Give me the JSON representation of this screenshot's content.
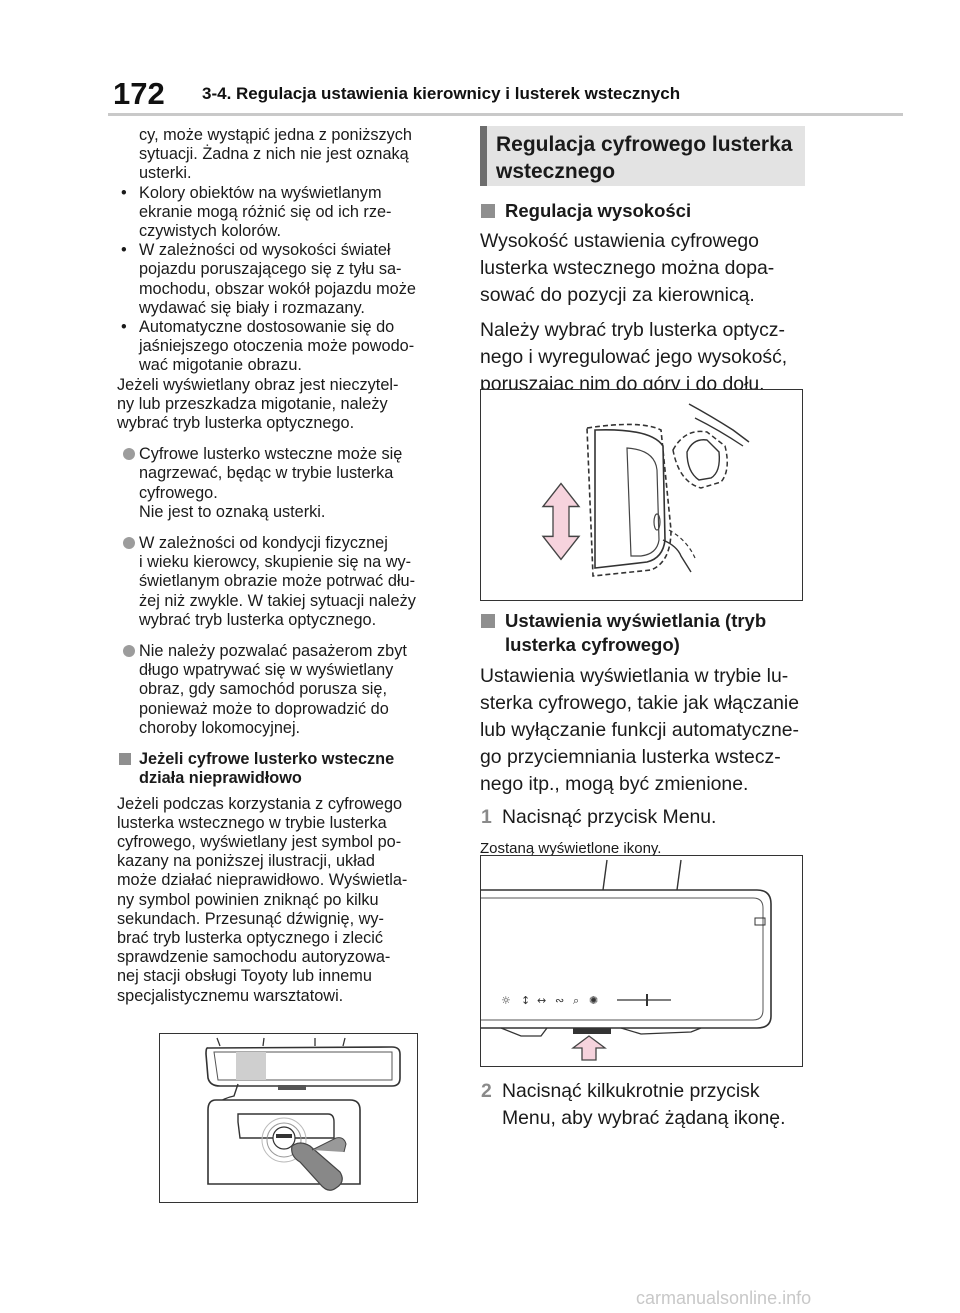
{
  "header": {
    "page_number": "172",
    "section_title": "3-4. Regulacja ustawienia kierownicy i lusterek wstecznych"
  },
  "left": {
    "cont_lines": [
      "cy, może wystąpić jedna z poniższych",
      "sytuacji. Żadna z nich nie jest oznaką",
      "usterki."
    ],
    "bullet_mark": "•",
    "bullets": [
      [
        "Kolory obiektów na wyświetlanym",
        "ekranie mogą różnić się od ich rze-",
        "czywistych kolorów."
      ],
      [
        "W zależności od wysokości świateł",
        "pojazdu poruszającego się z tyłu sa-",
        "mochodu, obszar wokół pojazdu może",
        "wydawać się biały i rozmazany."
      ],
      [
        "Automatyczne dostosowanie się do",
        "jaśniejszego otoczenia może powodo-",
        "wać migotanie obrazu."
      ]
    ],
    "para": [
      "Jeżeli wyświetlany obraz jest nieczytel-",
      "ny lub przeszkadza migotanie, należy",
      "wybrać tryb lusterka optycznego."
    ],
    "dots": [
      [
        "Cyfrowe lusterko wsteczne może się",
        "nagrzewać, będąc w trybie lusterka",
        "cyfrowego.",
        "Nie jest to oznaką usterki."
      ],
      [
        "W zależności od kondycji fizycznej",
        "i wieku kierowcy, skupienie się na wy-",
        "świetlanym obrazie może potrwać dłu-",
        "żej niż zwykle. W takiej sytuacji należy",
        "wybrać tryb lusterka optycznego."
      ],
      [
        "Nie należy pozwalać pasażerom zbyt",
        "długo wpatrywać się w wyświetlany",
        "obraz, gdy samochód porusza się,",
        "ponieważ może to doprowadzić do",
        "choroby lokomocyjnej."
      ]
    ],
    "malfunction_heading": [
      "Jeżeli cyfrowe lusterko wsteczne",
      "działa nieprawidłowo"
    ],
    "malfunction_text": [
      "Jeżeli podczas korzystania z cyfrowego",
      "lusterka wstecznego w trybie lusterka",
      "cyfrowego, wyświetlany jest symbol po-",
      "kazany na poniższej ilustracji, układ",
      "może działać nieprawidłowo. Wyświetla-",
      "ny symbol powinien zniknąć po kilku",
      "sekundach. Przesunąć dźwignię, wy-",
      "brać tryb lusterka optycznego i zlecić",
      "sprawdzenie samochodu autoryzowa-",
      "nej stacji obsługi Toyoty lub innemu",
      "specjalistycznemu warsztatowi."
    ]
  },
  "right": {
    "box_title": [
      "Regulacja cyfrowego lusterka",
      "wstecznego"
    ],
    "height_heading": "Regulacja wysokości",
    "height_p1": [
      "Wysokość ustawienia cyfrowego",
      "lusterka wstecznego można dopa-",
      "sować do pozycji za kierownicą."
    ],
    "height_p2": [
      "Należy wybrać tryb lusterka optycz-",
      "nego i wyregulować jego wysokość,",
      "poruszając nim do góry i do dołu."
    ],
    "display_heading": [
      "Ustawienia wyświetlania (tryb",
      "lusterka cyfrowego)"
    ],
    "display_p": [
      "Ustawienia wyświetlania w trybie lu-",
      "sterka cyfrowego, takie jak włączanie",
      "lub wyłączanie funkcji automatyczne-",
      "go przyciemniania lusterka wstecz-",
      "nego itp., mogą być zmienione."
    ],
    "step1_num": "1",
    "step1": "Nacisnąć przycisk Menu.",
    "step1_note": "Zostaną wyświetlone ikony.",
    "step2_num": "2",
    "step2": [
      "Nacisnąć kilkukrotnie przycisk",
      "Menu, aby wybrać żądaną ikonę."
    ]
  },
  "watermark": "carmanualsonline.info"
}
